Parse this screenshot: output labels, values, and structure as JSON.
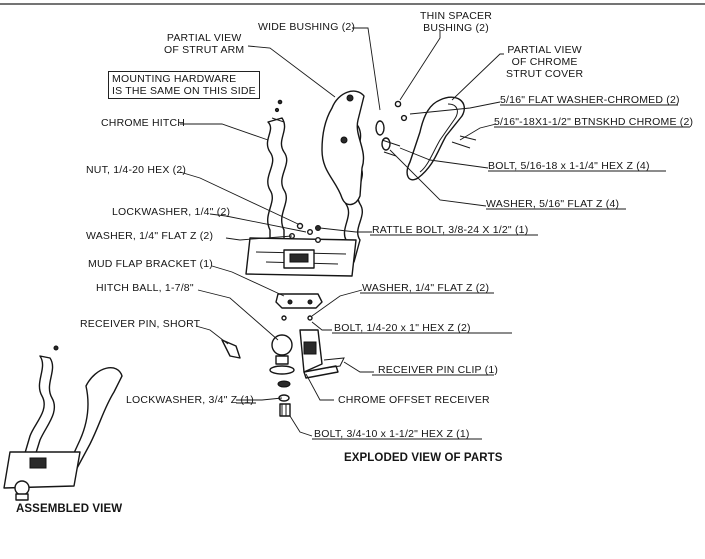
{
  "title": "EXPLODED VIEW OF PARTS",
  "assembled_label": "ASSEMBLED VIEW",
  "note": "MOUNTING HARDWARE\nIS THE SAME ON THIS SIDE",
  "colors": {
    "ink": "#161616",
    "paper": "#ffffff"
  },
  "labels": {
    "partial_strut_arm": "PARTIAL VIEW\nOF STRUT ARM",
    "wide_bushing": "WIDE BUSHING (2)",
    "thin_spacer_bushing": "THIN SPACER\nBUSHING (2)",
    "partial_chrome_strut_cover": "PARTIAL VIEW\nOF CHROME\nSTRUT COVER",
    "chrome_hitch": "CHROME HITCH",
    "flat_washer_chromed": "5/16\" FLAT WASHER-CHROMED (2)",
    "btnskhd_chrome": "5/16\"-18X1-1/2\" BTNSKHD CHROME (2)",
    "bolt_5_16": "BOLT, 5/16-18 x 1-1/4\" HEX Z (4)",
    "nut_1_4": "NUT, 1/4-20 HEX (2)",
    "washer_5_16": "WASHER, 5/16\" FLAT Z (4)",
    "lockwasher_1_4": "LOCKWASHER, 1/4\" (2)",
    "washer_1_4_upper": "WASHER, 1/4\" FLAT Z (2)",
    "rattle_bolt": "RATTLE BOLT, 3/8-24 X 1/2\" (1)",
    "mud_flap_bracket": "MUD FLAP BRACKET (1)",
    "hitch_ball": "HITCH BALL, 1-7/8\"",
    "washer_1_4_lower": "WASHER, 1/4\" FLAT Z (2)",
    "receiver_pin_short": "RECEIVER PIN, SHORT",
    "bolt_1_4": "BOLT, 1/4-20 x 1\" HEX Z (2)",
    "receiver_pin_clip": "RECEIVER PIN CLIP (1)",
    "lockwasher_3_4": "LOCKWASHER, 3/4\" Z (1)",
    "chrome_offset_receiver": "CHROME OFFSET RECEIVER",
    "bolt_3_4": "BOLT, 3/4-10 x 1-1/2\" HEX Z (1)"
  }
}
